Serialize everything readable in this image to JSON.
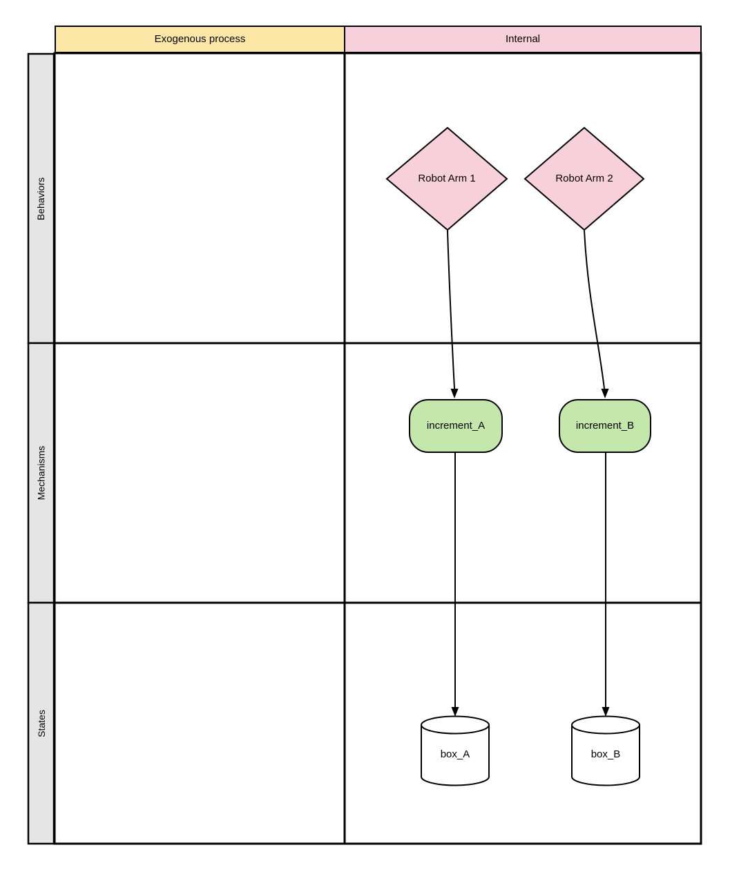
{
  "diagram": {
    "title": "swimlane-matrix-diagram",
    "column_headers": [
      {
        "label": "Exogenous process",
        "color": "#FCE7A6"
      },
      {
        "label": "Internal",
        "color": "#F8D0DC"
      }
    ],
    "row_headers": [
      {
        "label": "Behaviors"
      },
      {
        "label": "Mechanisms"
      },
      {
        "label": "States"
      }
    ],
    "row_header_color": "#E5E5E5",
    "grid_line_color": "#000000",
    "nodes": [
      {
        "id": "robot-arm-1",
        "label": "Robot Arm 1",
        "shape": "diamond",
        "row": "Behaviors",
        "column": "Internal",
        "fill": "#F8D0DC"
      },
      {
        "id": "robot-arm-2",
        "label": "Robot Arm 2",
        "shape": "diamond",
        "row": "Behaviors",
        "column": "Internal",
        "fill": "#F8D0DC"
      },
      {
        "id": "increment_A",
        "label": "increment_A",
        "shape": "rounded-rectangle",
        "row": "Mechanisms",
        "column": "Internal",
        "fill": "#C4E7AC"
      },
      {
        "id": "increment_B",
        "label": "increment_B",
        "shape": "rounded-rectangle",
        "row": "Mechanisms",
        "column": "Internal",
        "fill": "#C4E7AC"
      },
      {
        "id": "box_A",
        "label": "box_A",
        "shape": "cylinder",
        "row": "States",
        "column": "Internal",
        "fill": "#FFFFFF"
      },
      {
        "id": "box_B",
        "label": "box_B",
        "shape": "cylinder",
        "row": "States",
        "column": "Internal",
        "fill": "#FFFFFF"
      }
    ],
    "edges": [
      {
        "from": "Robot Arm 1",
        "to": "increment_A",
        "style": "arrow"
      },
      {
        "from": "Robot Arm 2",
        "to": "increment_B",
        "style": "arrow"
      },
      {
        "from": "increment_A",
        "to": "box_A",
        "style": "arrow"
      },
      {
        "from": "increment_B",
        "to": "box_B",
        "style": "arrow"
      }
    ]
  }
}
